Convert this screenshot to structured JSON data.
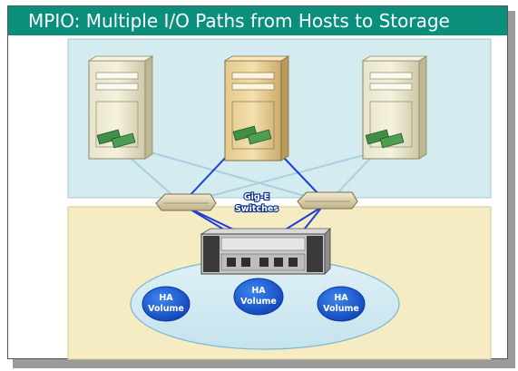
{
  "title": "MPIO: Multiple I/O Paths from Hosts to Storage",
  "switch_label_line1": "Gig-E",
  "switch_label_line2": "Switches",
  "volumes": [
    {
      "line1": "HA",
      "line2": "Volume"
    },
    {
      "line1": "HA",
      "line2": "Volume"
    },
    {
      "line1": "HA",
      "line2": "Volume"
    }
  ],
  "colors": {
    "title_bar": "#0a8f7c",
    "host_zone": "#d4ecef",
    "storage_zone": "#f6ecc4",
    "active_path": "#1b3fd9",
    "inactive_path": "#a9cfe0",
    "volume": "#1958d6"
  }
}
